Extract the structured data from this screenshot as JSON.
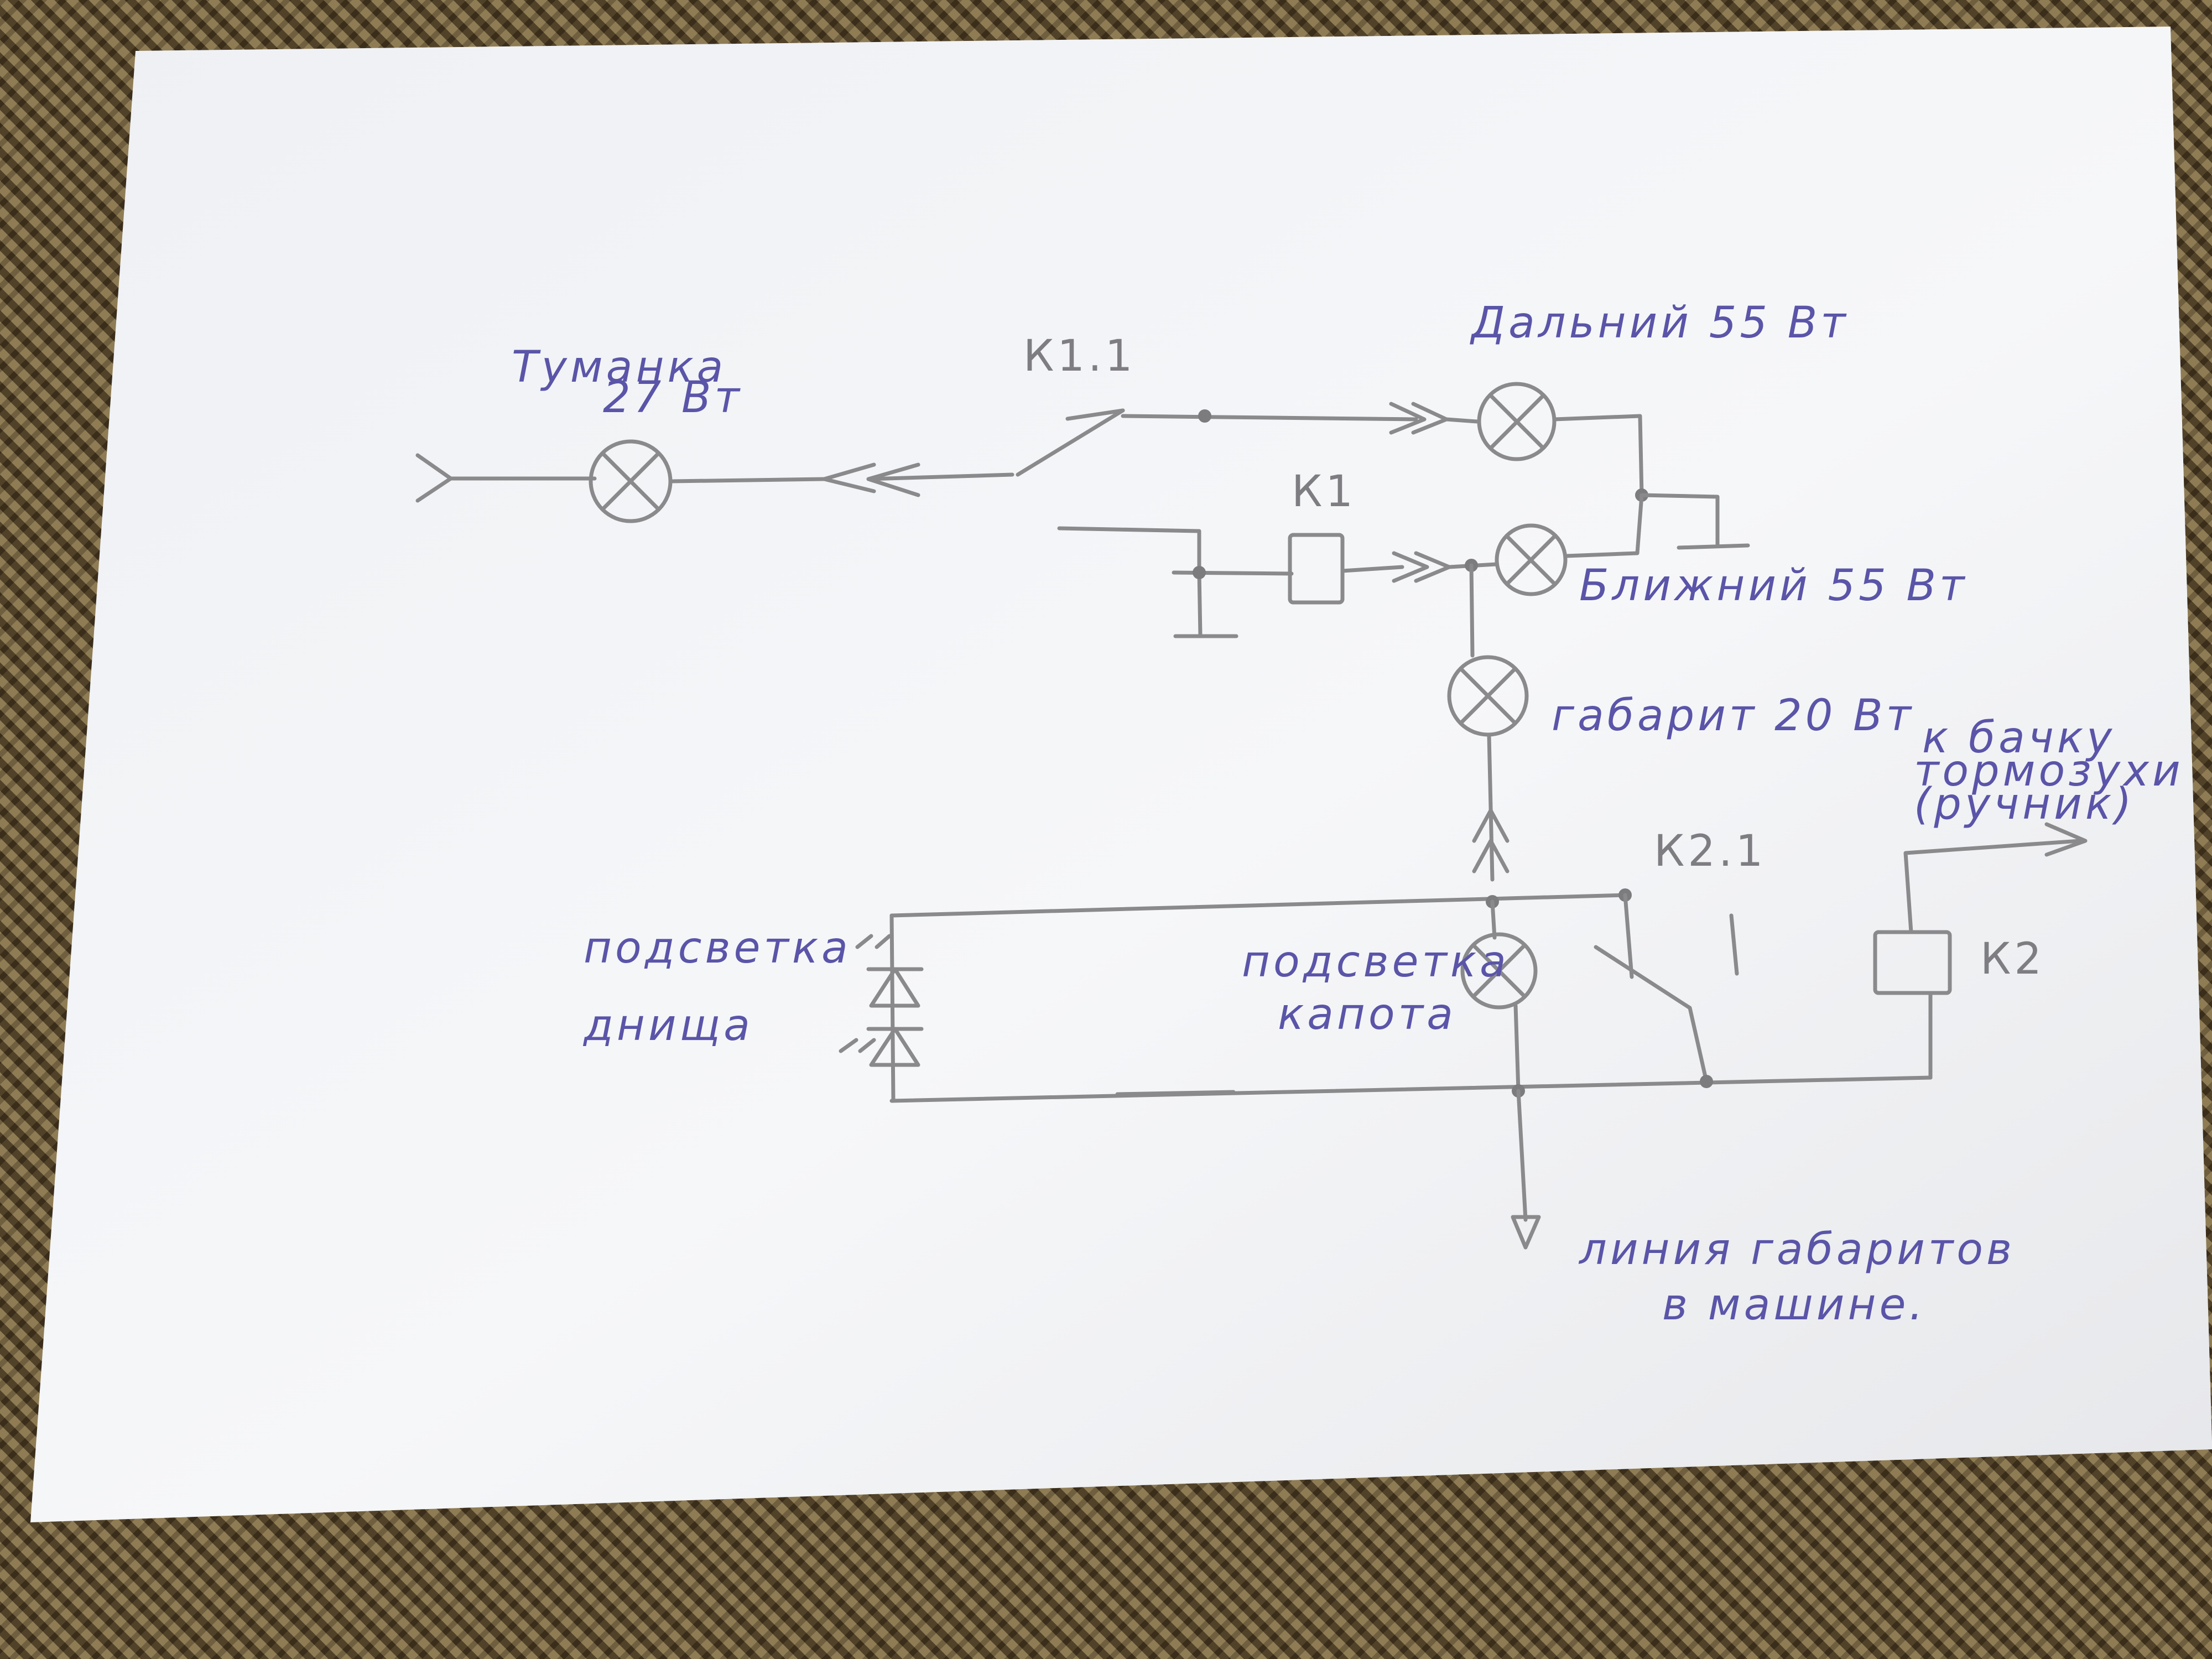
{
  "labels": {
    "fog_lamp_name": "Туманка",
    "fog_lamp_power": "27 Вт",
    "relay_contact_k1_1": "К1.1",
    "high_beam": "Дальний 55 Вт",
    "relay_k1": "К1",
    "low_beam": "Ближний 55 Вт",
    "parking_light": "габарит 20 Вт",
    "to_brake_fluid_line1": "к бачку",
    "to_brake_fluid_line2": "тормозухи",
    "to_brake_fluid_line3": "(ручник)",
    "relay_contact_k2_1": "К2.1",
    "relay_k2": "К2",
    "logo_light_line1": "подсветка",
    "logo_light_line2": "днища",
    "hood_light_line1": "подсветка",
    "hood_light_line2": "капота",
    "parking_line_line1": "линия габаритов",
    "parking_line_line2": "в машине."
  },
  "colors": {
    "paper": "#f2f3f6",
    "pencil": "#8a8a8c",
    "ink": "#5a55a8",
    "carpet": "#6b5a3a"
  }
}
